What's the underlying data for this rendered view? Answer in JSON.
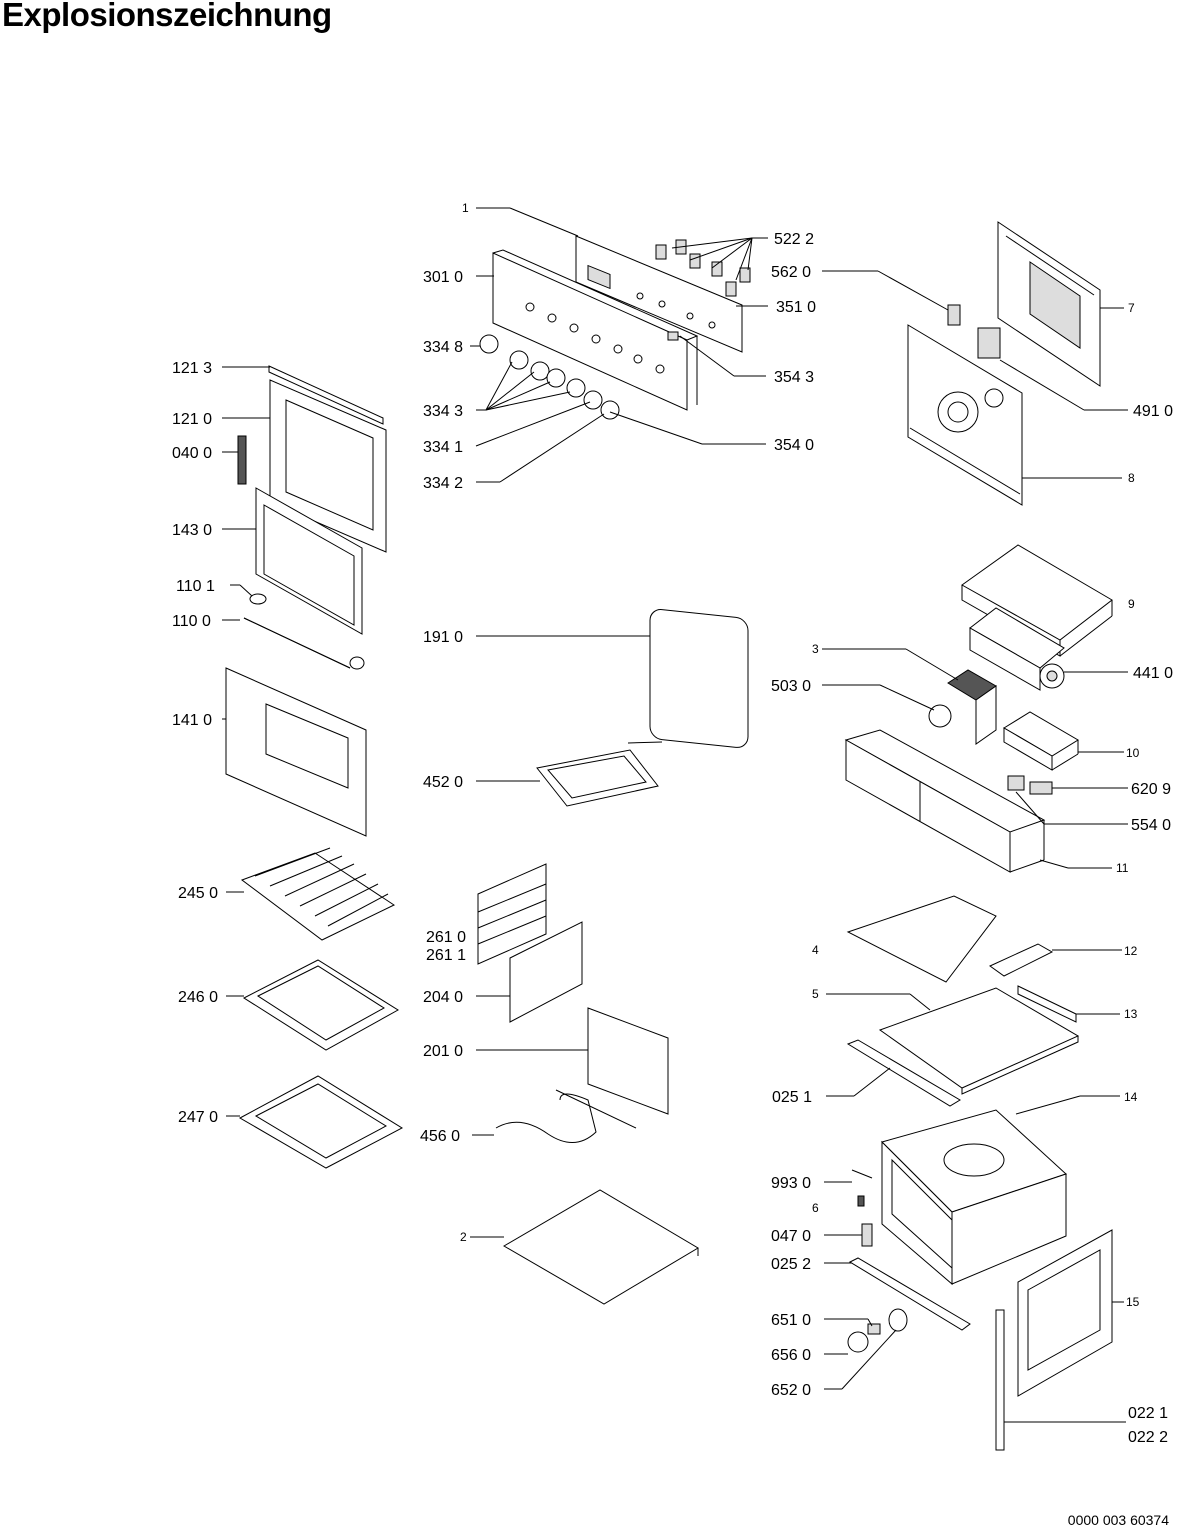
{
  "title": "Explosionszeichnung",
  "document_number": "0000 003 60374",
  "labels": {
    "p1": "1",
    "p5222": "522 2",
    "p3010": "301 0",
    "p5620": "562 0",
    "p3510": "351 0",
    "p7": "7",
    "p3348": "334 8",
    "p3543": "354 3",
    "p4910": "491 0",
    "p1213": "121 3",
    "p1210": "121 0",
    "p3343": "334 3",
    "p0400": "040 0",
    "p3341": "334 1",
    "p3540": "354 0",
    "p3342": "334 2",
    "p8": "8",
    "p1430": "143 0",
    "p9": "9",
    "p1101": "110 1",
    "p1100": "110 0",
    "p1910": "191 0",
    "p3": "3",
    "p4410": "441 0",
    "p5030": "503 0",
    "p1410": "141 0",
    "p10": "10",
    "p4520": "452 0",
    "p6209": "620 9",
    "p5540": "554 0",
    "p11": "11",
    "p2450": "245 0",
    "p2610": "261 0",
    "p2611": "261 1",
    "p4": "4",
    "p12": "12",
    "p2460": "246 0",
    "p2040": "204 0",
    "p5": "5",
    "p13": "13",
    "p2010": "201 0",
    "p0251": "025 1",
    "p14": "14",
    "p2470": "247 0",
    "p4560": "456 0",
    "p9930": "993 0",
    "p6": "6",
    "p2": "2",
    "p0470": "047 0",
    "p0252": "025 2",
    "p15": "15",
    "p6510": "651 0",
    "p6560": "656 0",
    "p6520": "652 0",
    "p0221": "022 1",
    "p0222": "022 2"
  }
}
